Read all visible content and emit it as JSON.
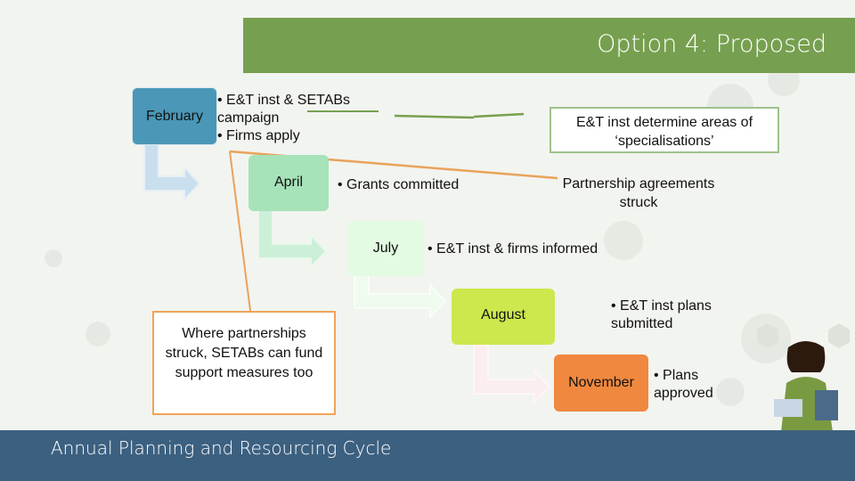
{
  "title": "Option 4: Proposed",
  "footer": "Annual Planning and Resourcing Cycle",
  "months": {
    "february": "February",
    "april": "April",
    "july": "July",
    "august": "August",
    "november": "November"
  },
  "february_items": [
    "E&T inst & SETABs campaign",
    "Firms apply"
  ],
  "april_item": "Grants committed",
  "july_item": "E&T inst & firms informed",
  "august_item": "E&T inst plans submitted",
  "november_item": "Plans approved",
  "callouts": {
    "specialisations": "E&T inst determine areas of ‘specialisations’",
    "partnership": "Partnership agreements struck",
    "fund_support": "Where partnerships struck, SETABs can fund support measures too"
  },
  "colors": {
    "title_bar": "#76a04f",
    "footer_bar": "#3c6080",
    "february": "#4a97b7",
    "april": "#a6e3b8",
    "july": "#e2fbe2",
    "august": "#cbe84c",
    "november": "#f0883f",
    "callout_border": "#f0a45a"
  }
}
